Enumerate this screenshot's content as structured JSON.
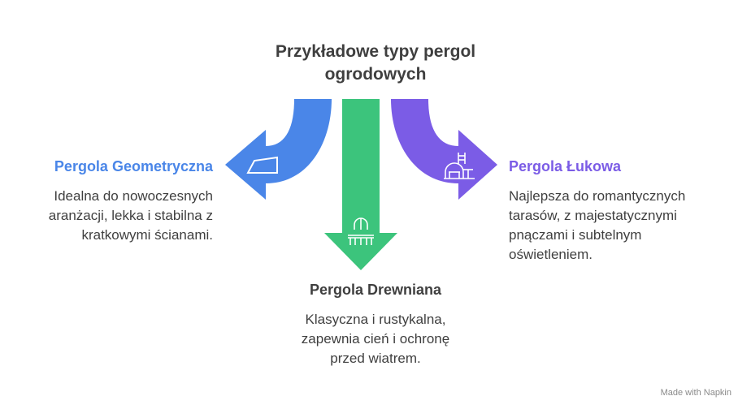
{
  "title": {
    "line1": "Przykładowe typy pergol",
    "line2": "ogrodowych"
  },
  "items": [
    {
      "heading": "Pergola Geometryczna",
      "description": [
        "Idealna do nowoczesnych",
        "aranżacji, lekka i stabilna z",
        "kratkowymi ścianami."
      ],
      "color": "#4a86e8"
    },
    {
      "heading": "Pergola Drewniana",
      "description": [
        "Klasyczna i rustykalna,",
        "zapewnia cień i ochronę",
        "przed wiatrem."
      ],
      "color": "#3cc47c"
    },
    {
      "heading": "Pergola Łukowa",
      "description": [
        "Najlepsza do romantycznych",
        "tarasów, z majestatycznymi",
        "pnączami i subtelnym",
        "oświetleniem."
      ],
      "color": "#7b5ce6"
    }
  ],
  "footer": {
    "text": "Made with  Napkin"
  }
}
